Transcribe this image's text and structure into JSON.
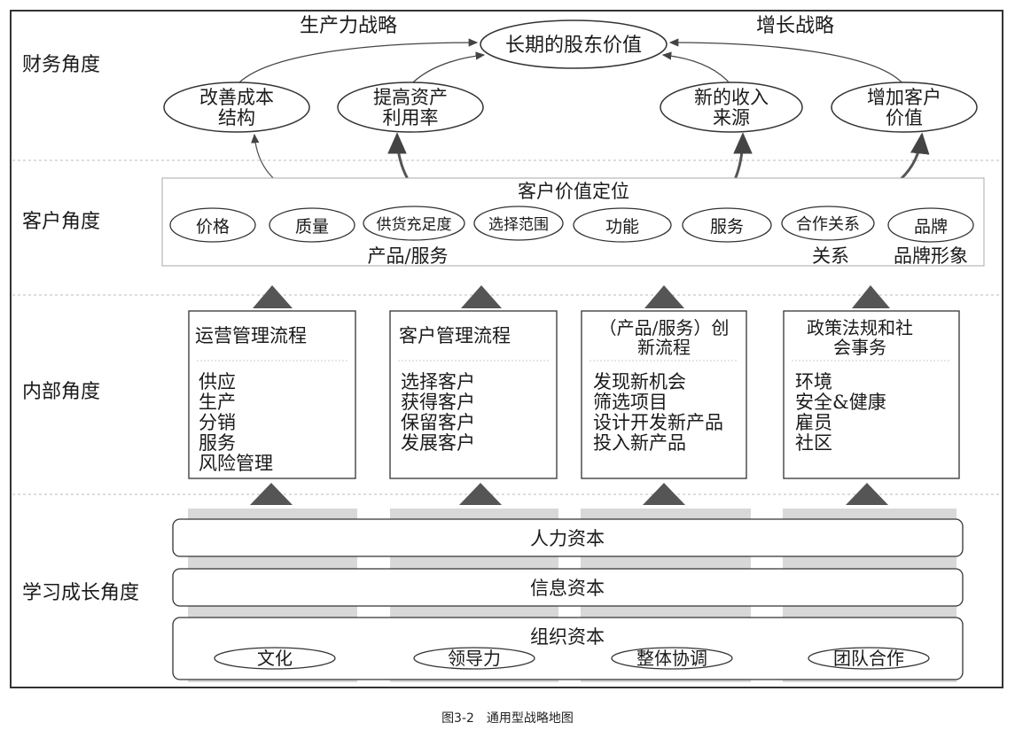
{
  "perspectives": {
    "financial": "财务角度",
    "customer": "客户角度",
    "internal": "内部角度",
    "learning": "学习成长角度"
  },
  "financial": {
    "productivity_label": "生产力战略",
    "growth_label": "增长战略",
    "goal": "长期的股东价值",
    "objectives": [
      {
        "line1": "改善成本",
        "line2": "结构"
      },
      {
        "line1": "提高资产",
        "line2": "利用率"
      },
      {
        "line1": "新的收入",
        "line2": "来源"
      },
      {
        "line1": "增加客户",
        "line2": "价值"
      }
    ]
  },
  "customer": {
    "title": "客户价值定位",
    "attributes": [
      "价格",
      "质量",
      "供货充足度",
      "选择范围",
      "功能",
      "服务",
      "合作关系",
      "品牌"
    ],
    "group_labels": [
      "产品/服务",
      "关系",
      "品牌形象"
    ]
  },
  "internal": {
    "processes": [
      {
        "title": "运营管理流程",
        "items": [
          "供应",
          "生产",
          "分销",
          "服务",
          "风险管理"
        ]
      },
      {
        "title": "客户管理流程",
        "items": [
          "选择客户",
          "获得客户",
          "保留客户",
          "发展客户"
        ]
      },
      {
        "title_line1": "（产品/服务）创",
        "title_line2": "新流程",
        "items": [
          "发现新机会",
          "筛选项目",
          "设计开发新产品",
          "投入新产品"
        ]
      },
      {
        "title_line1": "政策法规和社",
        "title_line2": "会事务",
        "items": [
          "环境",
          "安全&健康",
          "雇员",
          "社区"
        ]
      }
    ]
  },
  "learning": {
    "human_capital": "人力资本",
    "information_capital": "信息资本",
    "organization_capital": "组织资本",
    "culture_items": [
      "文化",
      "领导力",
      "整体协调",
      "团队合作"
    ]
  },
  "caption": "图3-2　通用型战略地图",
  "colors": {
    "line": "#333333",
    "triangle": "#555555",
    "band": "#d8d8d8",
    "dashed": "#bbbbbb"
  }
}
